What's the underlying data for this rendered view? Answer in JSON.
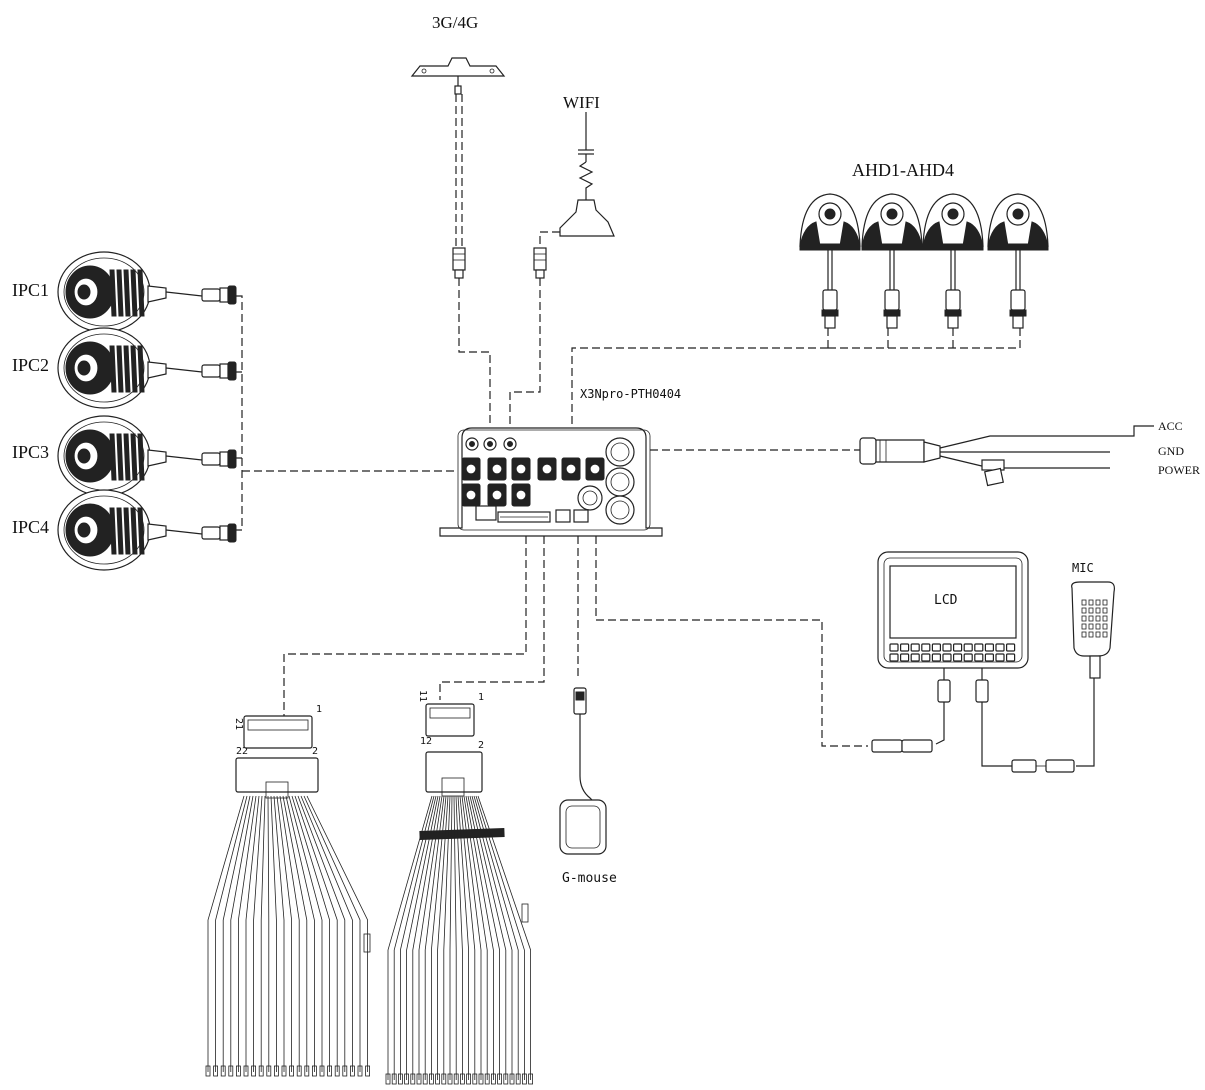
{
  "labels": {
    "antenna_3g4g": "3G/4G",
    "wifi": "WIFI",
    "ahd": "AHD1-AHD4",
    "ipc1": "IPC1",
    "ipc2": "IPC2",
    "ipc3": "IPC3",
    "ipc4": "IPC4",
    "device_model": "X3Npro-PTH0404",
    "acc": "ACC",
    "gnd": "GND",
    "power": "POWER",
    "lcd": "LCD",
    "mic": "MIC",
    "gmouse": "G-mouse",
    "conn_a_21": "21",
    "conn_a_1": "1",
    "conn_a_22": "22",
    "conn_a_2": "2",
    "conn_b_11": "11",
    "conn_b_1": "1",
    "conn_b_12": "12",
    "conn_b_2": "2"
  },
  "colors": {
    "line": "#222222",
    "background": "#ffffff"
  }
}
